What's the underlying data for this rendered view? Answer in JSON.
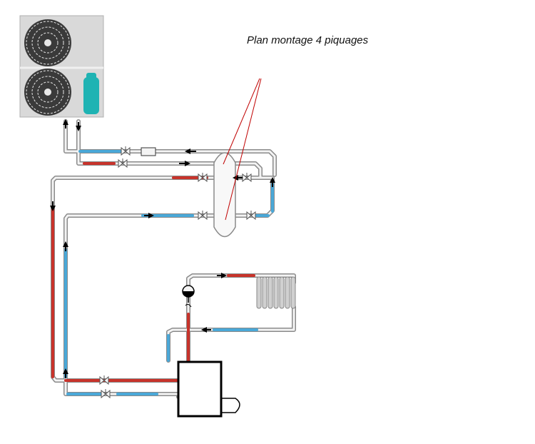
{
  "title": "Plan montage 4 piquages",
  "colors": {
    "hot": "#c8332b",
    "cold": "#4aa8d8",
    "pipe_outline": "#8a8a8a",
    "pipe_fill": "#f4f4f4",
    "unit_background": "#d9d9d9",
    "pump_teal": "#1fb3b3",
    "annotation": "#c00000",
    "outline": "#000000"
  },
  "components": {
    "outdoor_unit": "heat-pump-outdoor-unit-with-two-fans",
    "buffer_tank": "vertical-buffer-tank-4-ports",
    "boiler": "boiler-box",
    "radiator": "radiator",
    "circulator": "circulator-pump",
    "valves": "ball-valves",
    "filter": "inline-filter"
  }
}
